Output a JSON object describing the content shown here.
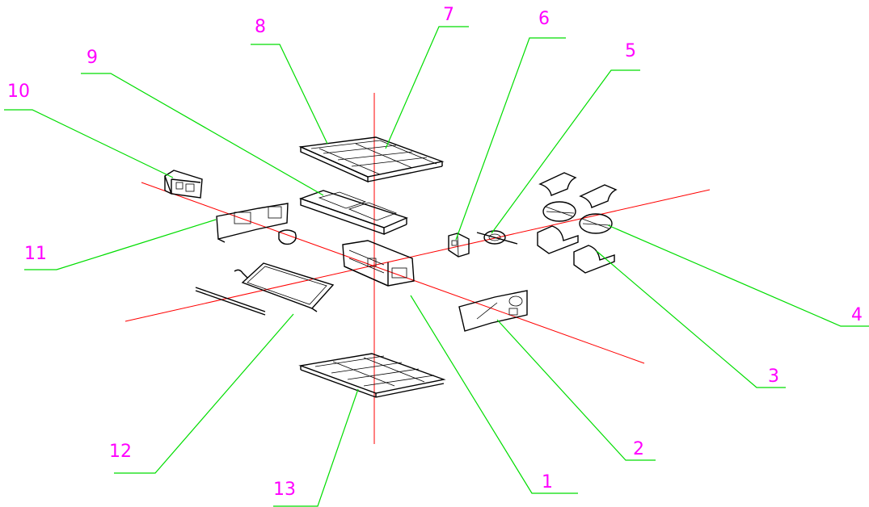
{
  "colors": {
    "axis": "#ff0000",
    "leader": "#00dd00",
    "label": "#ff00ff",
    "part": "#000000"
  },
  "parts": [
    {
      "id": "p1",
      "label": "1",
      "icon": "main-frame-panel"
    },
    {
      "id": "p2",
      "label": "2",
      "icon": "side-bracket-plate"
    },
    {
      "id": "p3",
      "label": "3",
      "icon": "fan-housing-lower"
    },
    {
      "id": "p4",
      "label": "4",
      "icon": "blower-wheel"
    },
    {
      "id": "p5",
      "label": "5",
      "icon": "motor"
    },
    {
      "id": "p6",
      "label": "6",
      "icon": "motor-bracket"
    },
    {
      "id": "p7",
      "label": "7",
      "icon": "top-cover"
    },
    {
      "id": "p8",
      "label": "8",
      "icon": "top-cover-rib"
    },
    {
      "id": "p9",
      "label": "9",
      "icon": "drain-pan"
    },
    {
      "id": "p10",
      "label": "10",
      "icon": "electrical-box"
    },
    {
      "id": "p11",
      "label": "11",
      "icon": "end-plate"
    },
    {
      "id": "p12",
      "label": "12",
      "icon": "heat-exchanger-coil"
    },
    {
      "id": "p13",
      "label": "13",
      "icon": "bottom-cover"
    }
  ]
}
